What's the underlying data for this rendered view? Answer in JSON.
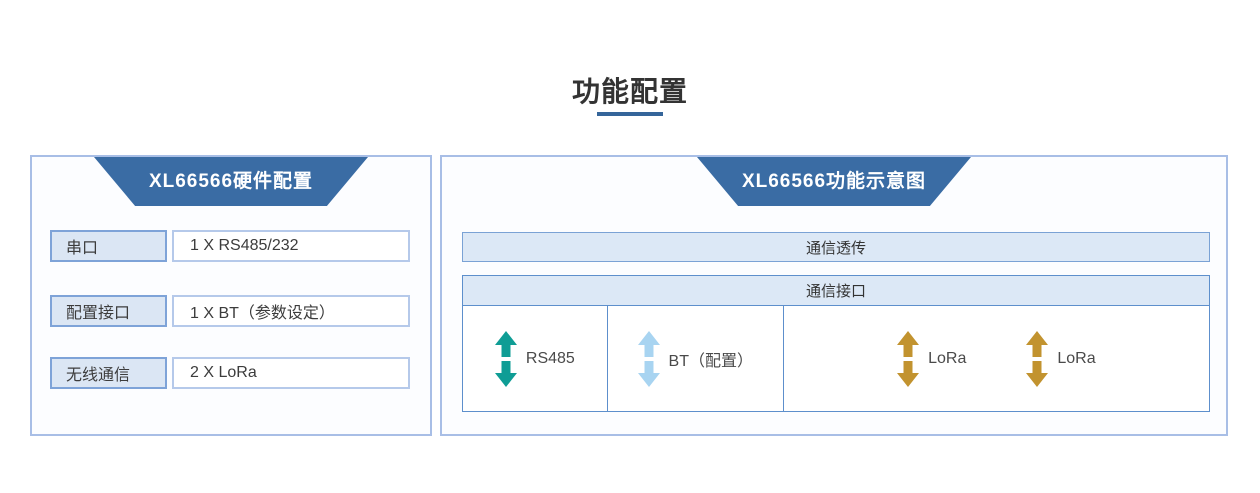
{
  "page": {
    "title": "功能配置"
  },
  "colors": {
    "header_trapezoid_blue": "#3a6ca4",
    "title_underline_blue": "#35659a",
    "bar_fill_lightblue": "#dce8f6",
    "panel_border_blue": "#a8bee6",
    "teal_arrow": "#0f9d95",
    "lightblue_arrow": "#a8d4f1",
    "gold_arrow": "#c2932f"
  },
  "hardware_panel": {
    "title": "XL66566硬件配置",
    "rows": [
      {
        "label": "串口",
        "value": "1 X RS485/232"
      },
      {
        "label": "配置接口",
        "value": "1 X BT（参数设定）"
      },
      {
        "label": "无线通信",
        "value": "2 X LoRa"
      }
    ]
  },
  "function_panel": {
    "title": "XL66566功能示意图",
    "transparent_bar_label": "通信透传",
    "interface_header_label": "通信接口",
    "cells": [
      {
        "label": "RS485",
        "icon": "double-arrow-vertical",
        "arrow_color": "#0f9d95"
      },
      {
        "label": "BT（配置）",
        "icon": "double-arrow-vertical",
        "arrow_color": "#a8d4f1"
      },
      {
        "label": "LoRa",
        "icon": "double-arrow-vertical",
        "arrow_color": "#c2932f"
      },
      {
        "label": "LoRa",
        "icon": "double-arrow-vertical",
        "arrow_color": "#c2932f"
      }
    ]
  }
}
